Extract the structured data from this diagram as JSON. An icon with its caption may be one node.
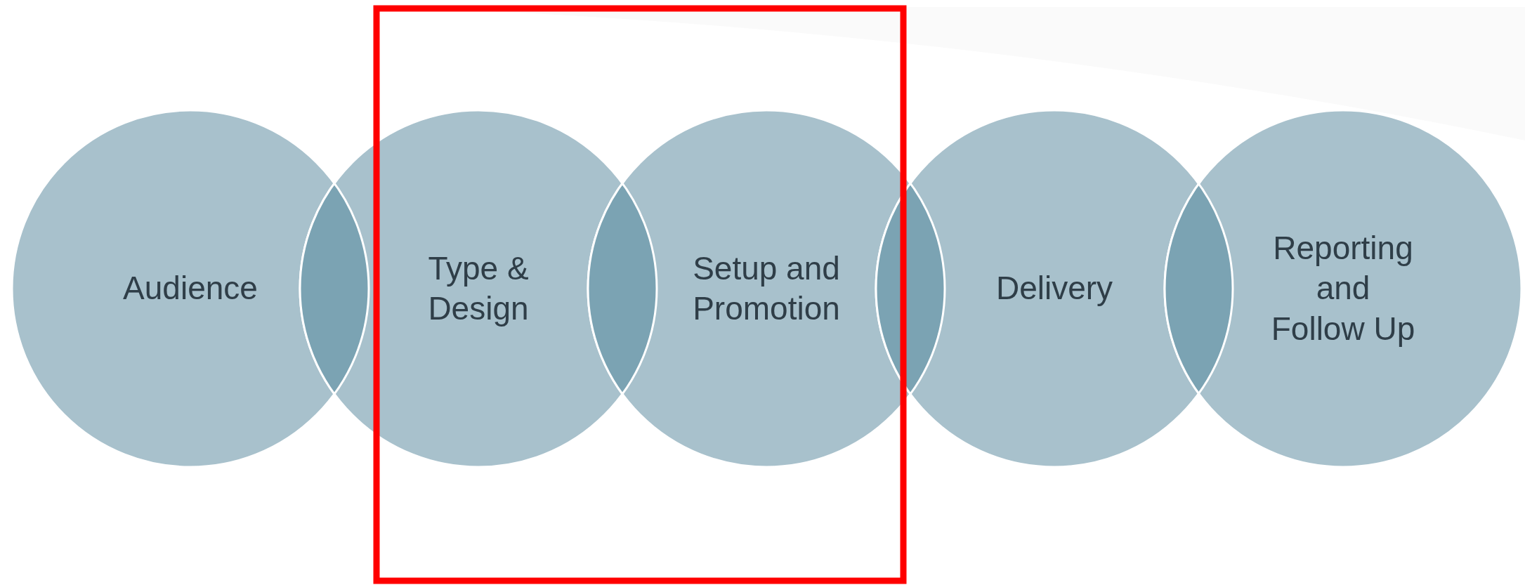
{
  "diagram": {
    "nodes": [
      {
        "text": [
          "Audience"
        ]
      },
      {
        "text": [
          "Type & Design"
        ]
      },
      {
        "text": [
          "Setup and Promotion"
        ]
      },
      {
        "text": [
          "Delivery"
        ]
      },
      {
        "text": [
          "Reporting and Follow Up"
        ]
      }
    ]
  }
}
